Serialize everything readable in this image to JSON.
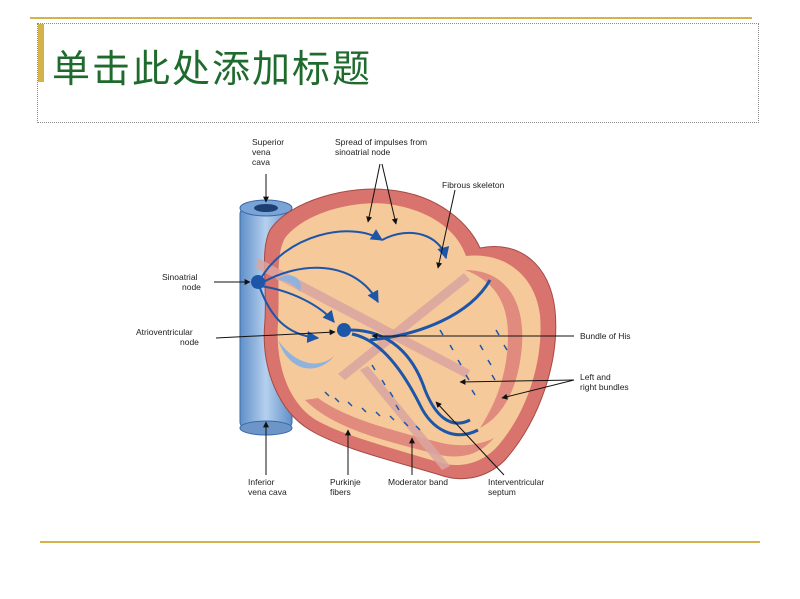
{
  "slide": {
    "title": "单击此处添加标题"
  },
  "diagram": {
    "labels": {
      "superior_vena_cava": [
        "Superior",
        "vena",
        "cava"
      ],
      "spread_of_impulses": [
        "Spread of impulses from",
        "sinoatrial node"
      ],
      "fibrous_skeleton": "Fibrous skeleton",
      "sinoatrial_node": [
        "Sinoatrial",
        "node"
      ],
      "atrioventricular_node": [
        "Atrioventricular",
        "node"
      ],
      "bundle_of_his": "Bundle of His",
      "left_right_bundles": [
        "Left and",
        "right bundles"
      ],
      "inferior_vena_cava": [
        "Inferior",
        "vena cava"
      ],
      "purkinje_fibers": [
        "Purkinje",
        "fibers"
      ],
      "moderator_band": "Moderator band",
      "interventricular_septum": [
        "Interventricular",
        "septum"
      ]
    },
    "colors": {
      "myocardium": "#f5c99a",
      "outer_wall": "#d9736d",
      "conduction": "#1d56a8",
      "vena_cava": "#8fb3dc",
      "accent": "#d4b44a",
      "title": "#1f6b2e"
    }
  }
}
